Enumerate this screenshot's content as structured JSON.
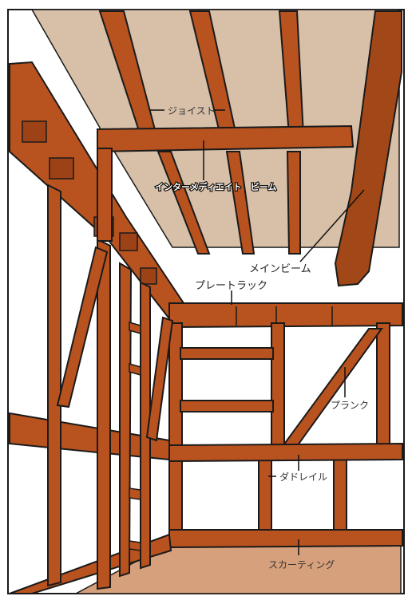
{
  "labels": {
    "joist": "ジョイスト",
    "intermediate_beam": "インターメディエイト　ビーム",
    "main_beam": "メインビーム",
    "plate_track": "プレートラック",
    "plank": "プランク",
    "dado_rail": "ダドレイル",
    "skirting": "スカーティング"
  },
  "colors": {
    "timber": "#b8521f",
    "timber_dark": "#8a3a12",
    "ceiling": "#d7bfa8",
    "floor": "#d7a07c",
    "wall": "#ffffff",
    "outline": "#1a1a1a"
  }
}
